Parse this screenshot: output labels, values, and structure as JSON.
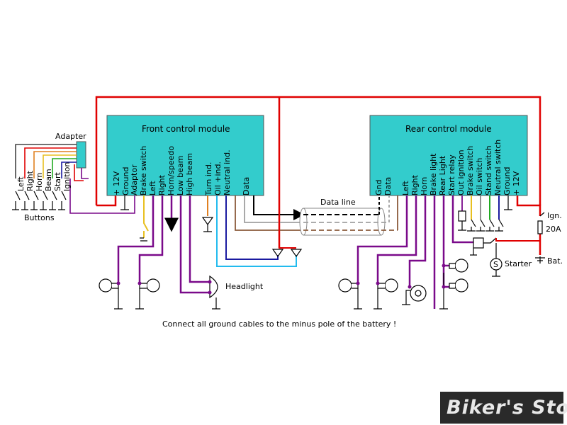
{
  "modules": {
    "front_title": "Front control module",
    "rear_title": "Rear control module",
    "front_pins": [
      "+ 12V",
      "Ground",
      "Adaptor",
      "Brake switch",
      "Left",
      "Right",
      "Horn/speedo",
      "Low beam",
      "High beam",
      "Turn ind.",
      "Oil +ind.",
      "Neutral ind.",
      "Data"
    ],
    "rear_pins": [
      "Gnd",
      "Data",
      "Left",
      "Right",
      "Horn",
      "Brake light",
      "Rear Light",
      "Start relay",
      "Out ignition",
      "Brake switch",
      "Oil switch",
      "Stand switch",
      "Neutral switch",
      "Ground",
      "+ 12V"
    ]
  },
  "labels": {
    "adapter": "Adapter",
    "buttons": "Buttons",
    "button_names": [
      "Left",
      "Right",
      "Horn",
      "Beam",
      "Start",
      "Ignition"
    ],
    "data_line": "Data line",
    "headlight": "Headlight",
    "starter": "Starter",
    "starter_symbol": "S",
    "ign": "Ign.",
    "fuse": "20A",
    "bat": "Bat.",
    "note": "Connect all ground cables to the minus pole of the battery !"
  },
  "brand": {
    "logo_text": "Biker's Store"
  },
  "colors": {
    "module_fill": "#33cccc",
    "power": "#e00000",
    "purple": "#7a0a8a",
    "orange": "#e08020",
    "green": "#22aa22",
    "blue": "#1a1aa0",
    "cyan": "#22bbee",
    "yellow": "#e8c020",
    "brown": "#8a5a3a",
    "grey": "#a0a0a0"
  }
}
